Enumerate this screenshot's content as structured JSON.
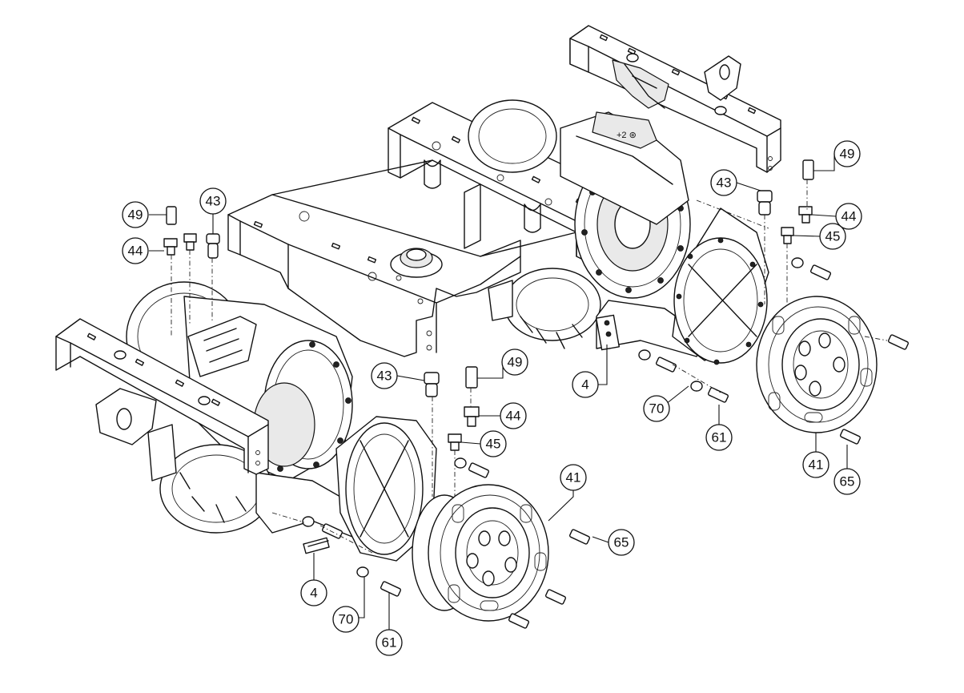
{
  "callouts": [
    {
      "id": "c-49-a",
      "label": "49"
    },
    {
      "id": "c-44-a",
      "label": "44"
    },
    {
      "id": "c-43-a",
      "label": "43"
    },
    {
      "id": "c-49-b",
      "label": "49"
    },
    {
      "id": "c-43-b",
      "label": "43"
    },
    {
      "id": "c-44-b",
      "label": "44"
    },
    {
      "id": "c-45-b",
      "label": "45"
    },
    {
      "id": "c-43-c",
      "label": "43"
    },
    {
      "id": "c-49-c",
      "label": "49"
    },
    {
      "id": "c-44-c",
      "label": "44"
    },
    {
      "id": "c-45-c",
      "label": "45"
    },
    {
      "id": "c-4-a",
      "label": "4"
    },
    {
      "id": "c-70-a",
      "label": "70"
    },
    {
      "id": "c-61-a",
      "label": "61"
    },
    {
      "id": "c-41-a",
      "label": "41"
    },
    {
      "id": "c-65-a",
      "label": "65"
    },
    {
      "id": "c-41-b",
      "label": "41"
    },
    {
      "id": "c-65-b",
      "label": "65"
    },
    {
      "id": "c-4-b",
      "label": "4"
    },
    {
      "id": "c-70-b",
      "label": "70"
    },
    {
      "id": "c-61-b",
      "label": "61"
    }
  ],
  "frame_marking": "+2 ⊛"
}
